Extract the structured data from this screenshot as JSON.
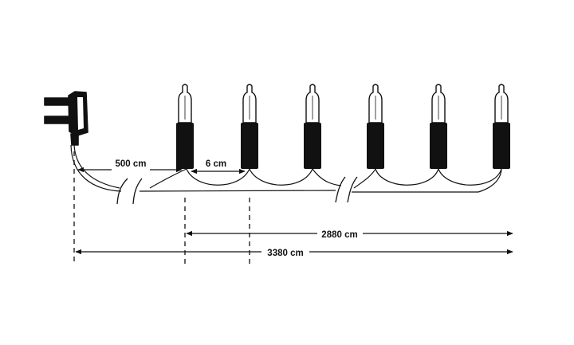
{
  "diagram": {
    "line_color": "#111111",
    "background": "#ffffff",
    "bulb_count": 6,
    "icons": [
      "plug-icon",
      "bulb-icon",
      "wire-break-icon"
    ]
  },
  "dimensions": {
    "lead_length": "500 cm",
    "bulb_spacing": "6 cm",
    "lit_length": "2880 cm",
    "total_length": "3380 cm"
  }
}
